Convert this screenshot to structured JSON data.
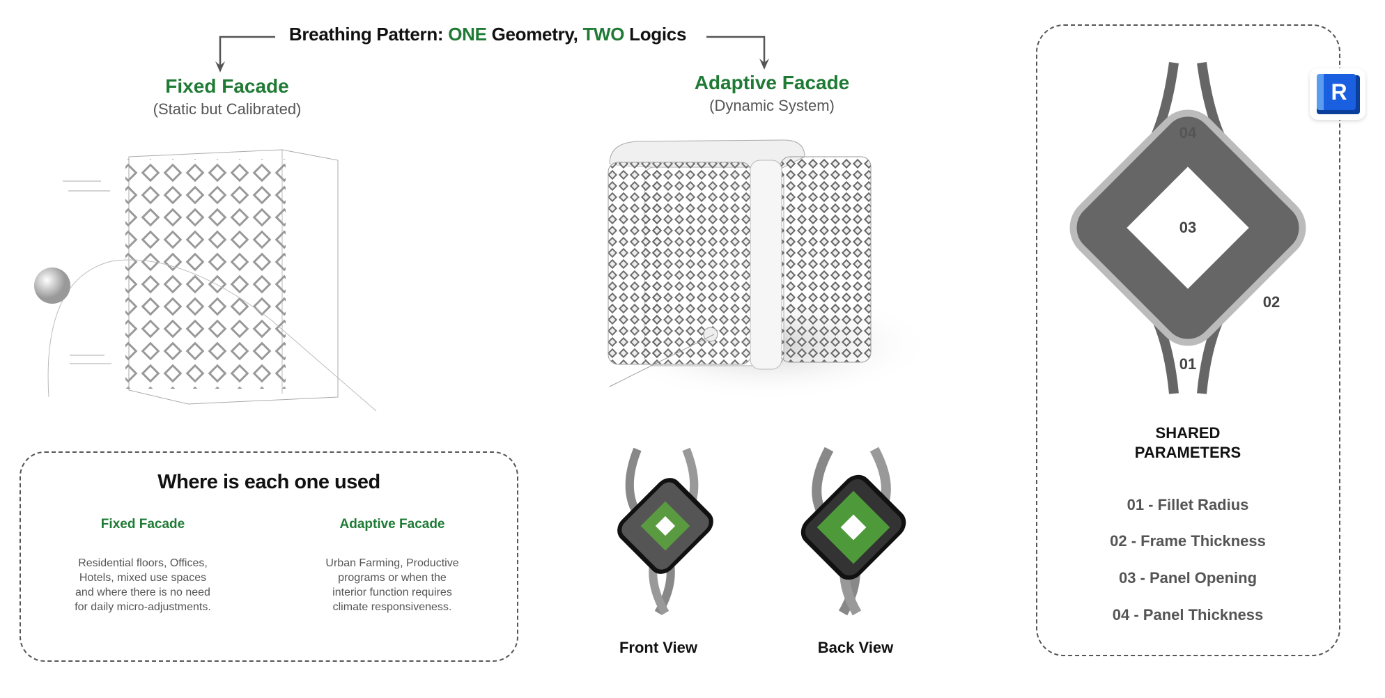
{
  "title": {
    "part1": "Breathing Pattern: ",
    "one": "ONE",
    "part2": " Geometry, ",
    "two": "TWO",
    "part3": " Logics"
  },
  "fixed": {
    "heading": "Fixed Facade",
    "subtitle": "(Static but Calibrated)"
  },
  "adaptive": {
    "heading": "Adaptive Facade",
    "subtitle": "(Dynamic System)"
  },
  "usage": {
    "title": "Where is each one used",
    "columns": [
      {
        "heading": "Fixed Facade",
        "lines": [
          "Residential floors, Offices,",
          "Hotels, mixed use spaces",
          "and where there is no need",
          "for daily micro-adjustments."
        ]
      },
      {
        "heading": "Adaptive Facade",
        "lines": [
          "Urban Farming, Productive",
          "programs or when the",
          "interior function requires",
          "climate responsiveness."
        ]
      }
    ]
  },
  "views": {
    "front": "Front View",
    "back": "Back View"
  },
  "diagram_labels": {
    "l01": "01",
    "l02": "02",
    "l03": "03",
    "l04": "04"
  },
  "revit_icon": {
    "letter": "R"
  },
  "shared": {
    "title_line1": "SHARED",
    "title_line2": "PARAMETERS",
    "params": [
      "01 - Fillet Radius",
      "02 - Frame Thickness",
      "03 - Panel Opening",
      "04 - Panel Thickness"
    ]
  },
  "colors": {
    "accent_green": "#1e7a34",
    "revit_blue": "#1a5fe0"
  }
}
